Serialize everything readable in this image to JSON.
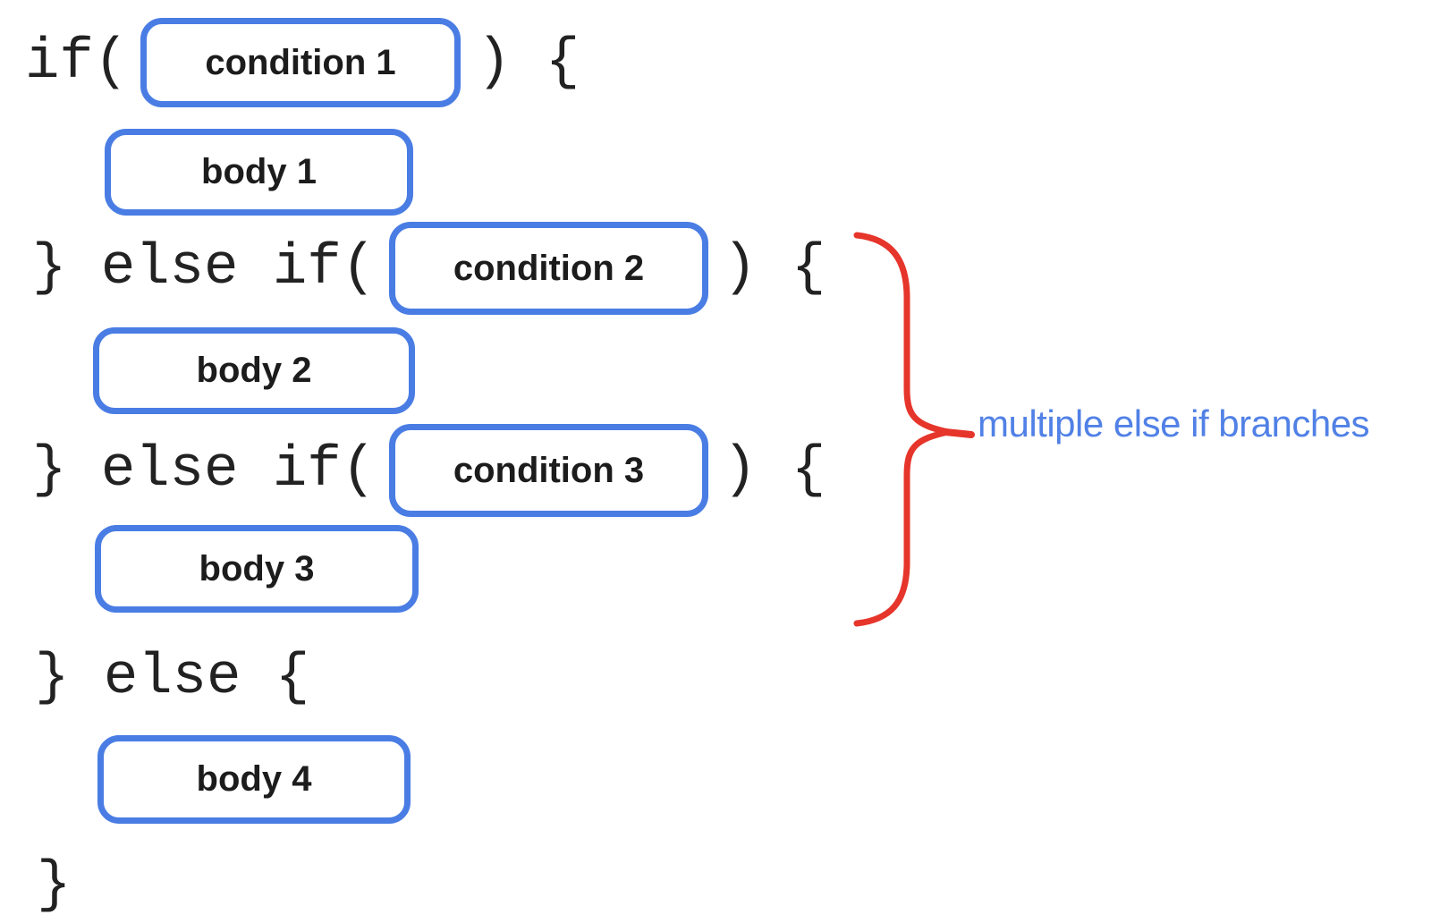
{
  "colors": {
    "box_border": "#4a7de4",
    "box_fill": "#ffffff",
    "code_text": "#222222",
    "box_label_text": "#1c1c1c",
    "annotation_text": "#5181e6",
    "brace": "#e6352b",
    "background": "#ffffff"
  },
  "code_lines": {
    "if_open": "if(",
    "close_paren_open_brace": ") {",
    "else_if_open": "} else if(",
    "else_open": "} else {",
    "final_close_brace": "}"
  },
  "boxes": {
    "condition1": "condition 1",
    "body1": "body 1",
    "condition2": "condition 2",
    "body2": "body 2",
    "condition3": "condition 3",
    "body3": "body 3",
    "body4": "body 4"
  },
  "annotation": {
    "label": "multiple else if branches",
    "icon": "curly-brace-right-icon"
  }
}
